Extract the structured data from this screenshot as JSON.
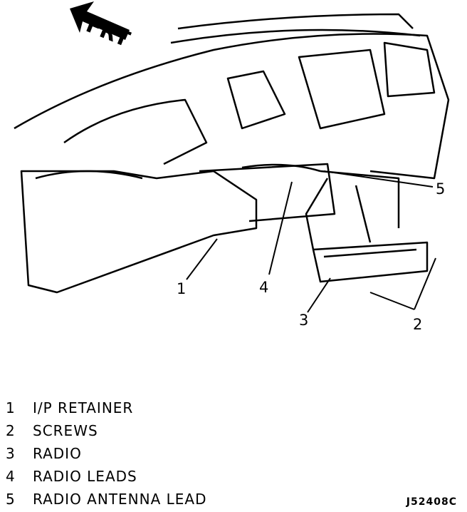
{
  "diagram": {
    "direction_label": "FRT",
    "callouts": [
      "1",
      "2",
      "3",
      "4",
      "5"
    ]
  },
  "legend": [
    {
      "num": "1",
      "text": "I/P RETAINER"
    },
    {
      "num": "2",
      "text": "SCREWS"
    },
    {
      "num": "3",
      "text": "RADIO"
    },
    {
      "num": "4",
      "text": "RADIO LEADS"
    },
    {
      "num": "5",
      "text": "RADIO ANTENNA LEAD"
    }
  ],
  "figure_code": "J52408C"
}
